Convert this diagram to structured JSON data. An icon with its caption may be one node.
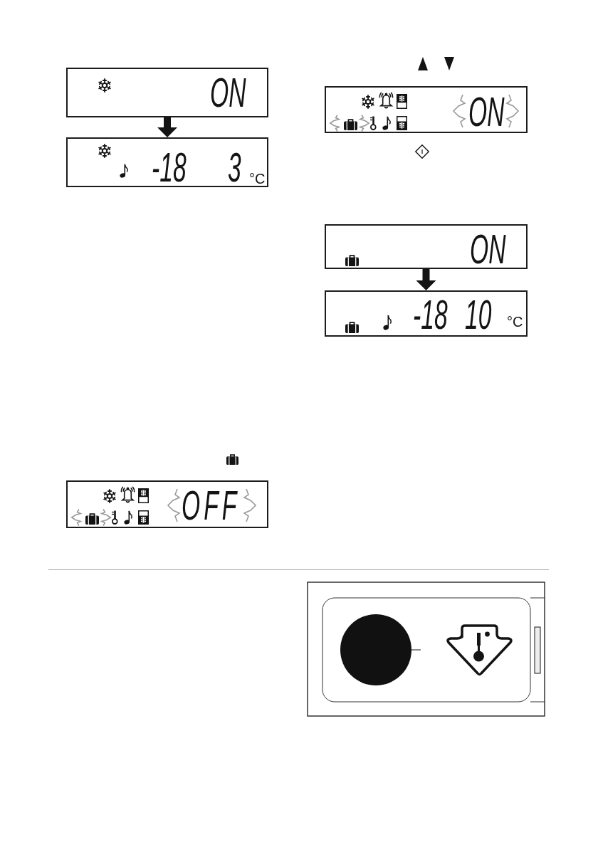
{
  "diagram": {
    "nodes": [
      {
        "text": [
          "ON"
        ]
      },
      {
        "text": [
          "-18",
          "3",
          "°C"
        ]
      },
      {
        "text": [
          "ON"
        ]
      },
      {
        "text": [
          "ON"
        ]
      },
      {
        "text": [
          "-18",
          "10",
          "°C"
        ]
      },
      {
        "text": [
          "OFF"
        ]
      }
    ],
    "edges": [
      {
        "from": 0,
        "to": 1,
        "arrow": "to"
      },
      {
        "from": 3,
        "to": 4,
        "arrow": "to"
      }
    ]
  }
}
